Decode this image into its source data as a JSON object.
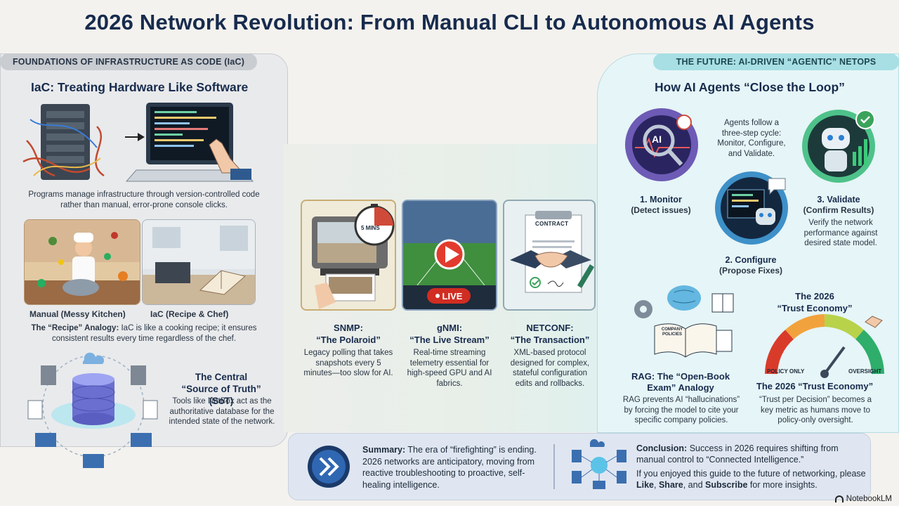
{
  "title": "2026 Network Revolution: From Manual CLI to Autonomous AI Agents",
  "left": {
    "pill": "FOUNDATIONS OF INFRASTRUCTURE AS CODE (IaC)",
    "heading": "IaC: Treating Hardware Like Software",
    "desc": "Programs manage infrastructure through version-controlled code rather than manual, error-prone console clicks.",
    "manual_label": "Manual (Messy Kitchen)",
    "iac_label": "IaC (Recipe & Chef)",
    "analogy_bold": "The “Recipe” Analogy:",
    "analogy_text": "IaC is like a cooking recipe; it ensures consistent results every time regardless of the chef.",
    "sot_title_1": "The Central",
    "sot_title_2": "“Source of Truth” (SoT)",
    "sot_desc": "Tools like NetBox act as the authoritative database for the intended state of the network."
  },
  "center": {
    "snmp": {
      "title_1": "SNMP:",
      "title_2": "“The Polaroid”",
      "desc": "Legacy polling that takes snapshots every 5 minutes—too slow for AI.",
      "timer": "5 MINS"
    },
    "gnmi": {
      "title_1": "gNMI:",
      "title_2": "“The Live Stream”",
      "desc": "Real-time streaming telemetry essential for high-speed GPU and AI fabrics.",
      "live": "LIVE"
    },
    "netconf": {
      "title_1": "NETCONF:",
      "title_2": "“The Transaction”",
      "desc": "XML-based protocol designed for complex, stateful configuration edits and rollbacks.",
      "contract": "CONTRACT"
    }
  },
  "right": {
    "pill": "THE FUTURE: AI-DRIVEN “AGENTIC” NETOPS",
    "heading": "How AI Agents “Close the Loop”",
    "cycle_text": "Agents follow a three-step cycle: Monitor, Configure, and Validate.",
    "ai_badge": "AI",
    "monitor_1": "1. Monitor",
    "monitor_2": "(Detect issues)",
    "configure_1": "2. Configure",
    "configure_2": "(Propose Fixes)",
    "validate_1": "3. Validate",
    "validate_2": "(Confirm Results)",
    "validate_desc": "Verify the network performance against desired state model.",
    "book_label": "COMPANY POLICIES",
    "rag_title_1": "RAG: The “Open-Book",
    "rag_title_2": "Exam” Analogy",
    "rag_desc": "RAG prevents AI “hallucinations” by forcing the model to cite your specific company policies.",
    "trust_top_1": "The 2026",
    "trust_top_2": "“Trust Economy”",
    "gauge_left": "POLICY ONLY",
    "gauge_right": "OVERSIGHT",
    "trust_title": "The 2026 “Trust Economy”",
    "trust_desc": "“Trust per Decision” becomes a key metric as humans move to policy-only oversight."
  },
  "bottom": {
    "summary_bold": "Summary:",
    "summary_text": "The era of “firefighting” is ending. 2026 networks are anticipatory, moving from reactive troubleshooting to proactive, self-healing intelligence.",
    "conclusion_bold": "Conclusion:",
    "conclusion_text": "Success in 2026 requires shifting from manual control to “Connected Intelligence.”",
    "cta_1": "If you enjoyed this guide to the future of networking, please ",
    "cta_like": "Like",
    "cta_2": ", ",
    "cta_share": "Share",
    "cta_3": ", and ",
    "cta_subscribe": "Subscribe",
    "cta_4": " for more insights."
  },
  "watermark": "NotebookLM"
}
